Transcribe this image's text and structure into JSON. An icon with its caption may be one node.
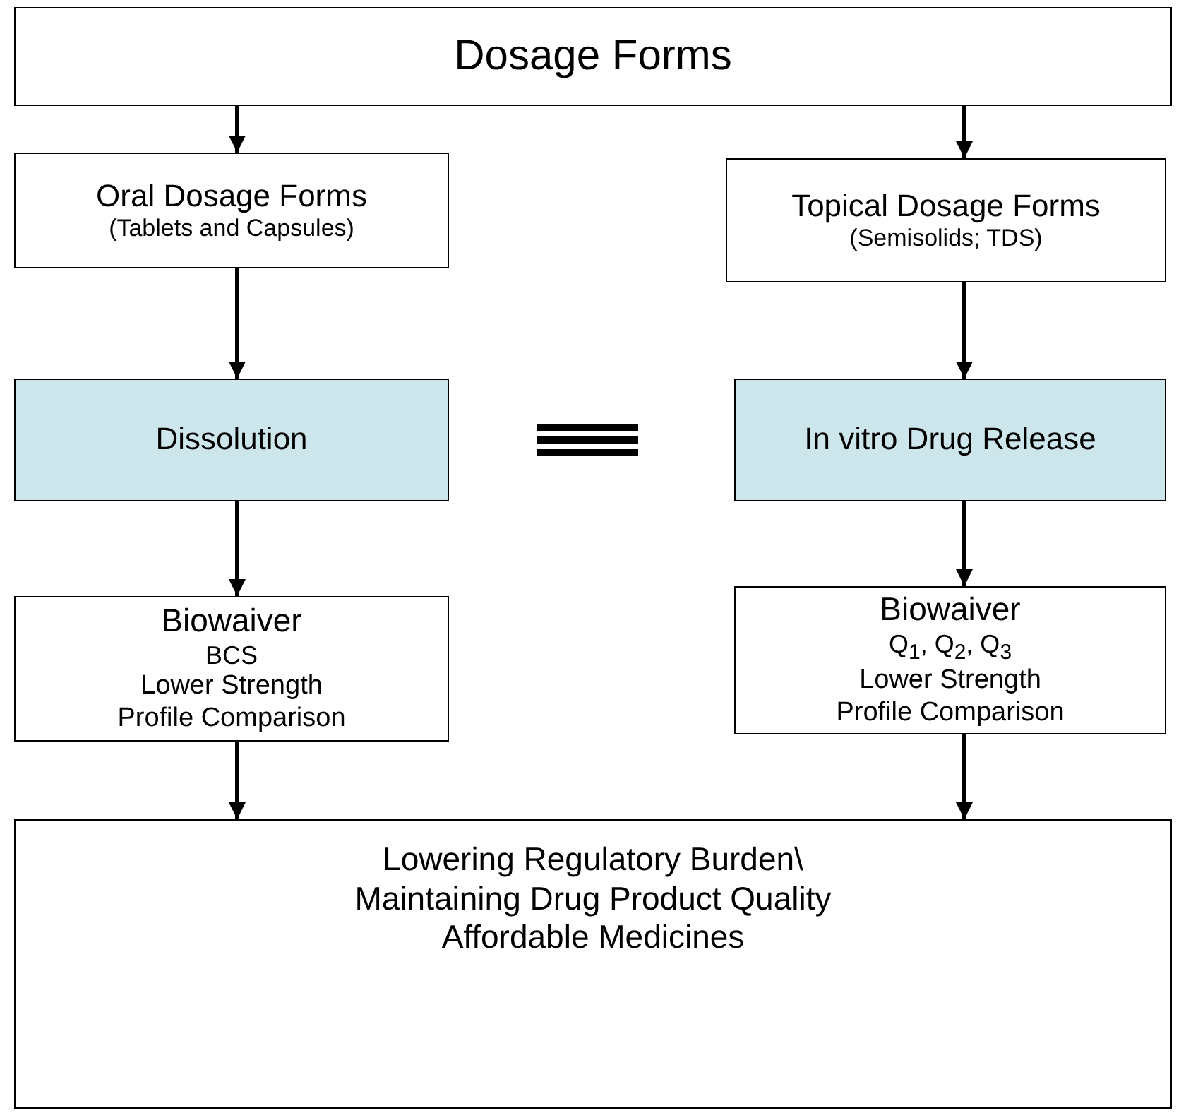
{
  "diagram": {
    "nodes": [
      {
        "text": [
          "Dosage Forms"
        ]
      },
      {
        "text": [
          "Oral Dosage Forms",
          "(Tablets and Capsules)"
        ]
      },
      {
        "text": [
          "Topical Dosage Forms",
          "(Semisolids; TDS)"
        ]
      },
      {
        "text": [
          "Dissolution"
        ]
      },
      {
        "text": [
          "In vitro Drug Release"
        ]
      },
      {
        "text": [
          "Biowaiver",
          "BCS",
          "Lower Strength",
          "Profile Comparison"
        ]
      },
      {
        "text": [
          "Biowaiver",
          "Q$_{1}$, Q$_{2}$, Q$_{3}$",
          "Lower Strength",
          "Profile Comparison"
        ]
      },
      {
        "text": [
          "Lowering Regulatory Burden\\",
          "Maintaining Drug Product Quality",
          "Affordable Medicines"
        ]
      }
    ],
    "edges": [
      {
        "from": 0,
        "to": 1,
        "arrow": "to"
      },
      {
        "from": 0,
        "to": 2,
        "arrow": "to"
      },
      {
        "from": 1,
        "to": 3,
        "arrow": "to"
      },
      {
        "from": 2,
        "to": 4,
        "arrow": "to"
      },
      {
        "from": 3,
        "to": 5,
        "arrow": "to"
      },
      {
        "from": 4,
        "to": 6,
        "arrow": "to"
      },
      {
        "from": 5,
        "to": 7,
        "arrow": "to"
      },
      {
        "from": 6,
        "to": 7,
        "arrow": "to"
      }
    ]
  }
}
